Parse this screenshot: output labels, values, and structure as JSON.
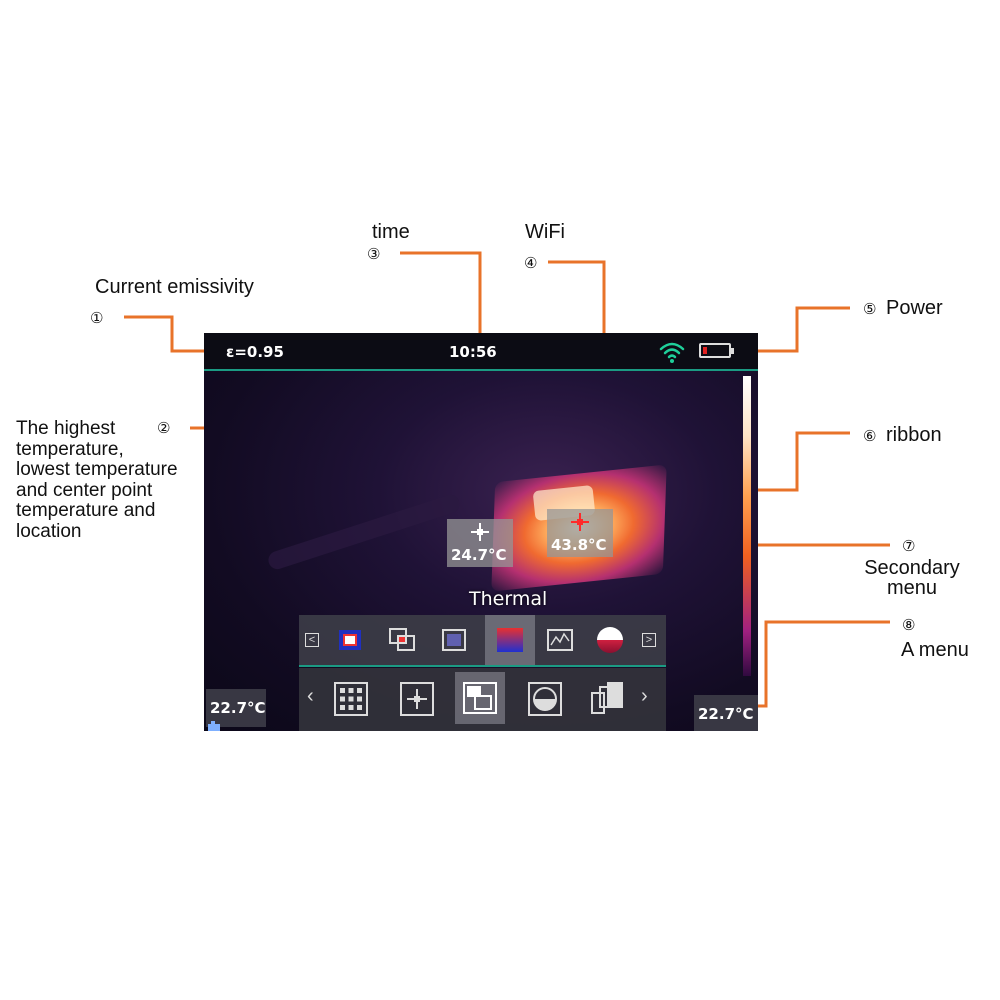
{
  "callouts": {
    "c1": {
      "num": "①",
      "label": "Current emissivity"
    },
    "c2": {
      "num": "②",
      "label_lines": [
        "The highest",
        "temperature,",
        "lowest temperature",
        "and center point",
        "temperature and",
        "location"
      ]
    },
    "c3": {
      "num": "③",
      "label": "time"
    },
    "c4": {
      "num": "④",
      "label": "WiFi"
    },
    "c5": {
      "num": "⑤",
      "label": "Power"
    },
    "c6": {
      "num": "⑥",
      "label": "ribbon"
    },
    "c7": {
      "num": "⑦",
      "label_lines": [
        "Secondary",
        "menu"
      ]
    },
    "c8": {
      "num": "⑧",
      "label": "A menu"
    }
  },
  "screen": {
    "emissivity": "ε=0.95",
    "time": "10:56",
    "low_temp": "24.7°C",
    "high_temp": "43.8°C",
    "mode_label": "Thermal",
    "corner_temp_left": "22.7°C",
    "corner_temp_right": "22.7°C"
  },
  "icons": {
    "wifi": "wifi-icon",
    "battery": "battery-icon",
    "secondary_menu": [
      "thermal-frame-icon",
      "picture-in-picture-icon",
      "square-frame-icon",
      "full-thermal-icon",
      "line-graph-icon",
      "palette-ball-icon"
    ],
    "primary_menu": [
      "grid-icon",
      "crosshair-icon",
      "overlay-icon",
      "half-circle-icon",
      "blend-icon"
    ]
  },
  "colors": {
    "leader_line": "#e8732a",
    "status_accent": "#1b9b83",
    "battery_low": "#e02020"
  }
}
